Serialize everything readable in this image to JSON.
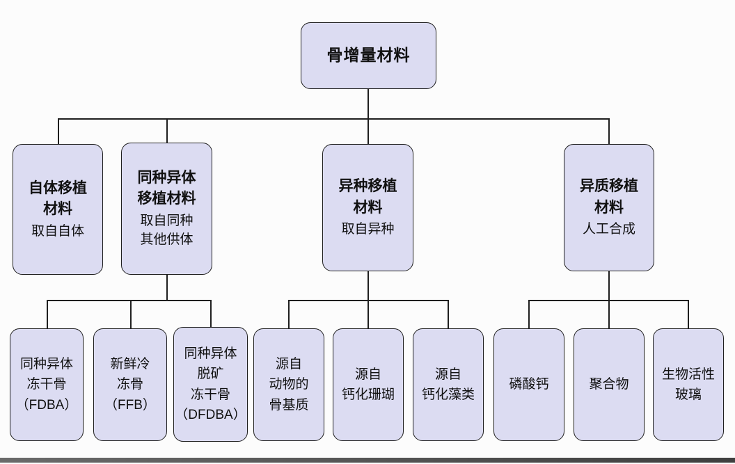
{
  "colors": {
    "node_fill": "#dcdcf2",
    "node_border": "#1f1f1f",
    "line": "#1f1f1f"
  },
  "nodes": {
    "root": {
      "title": "骨增量材料"
    },
    "autograft": {
      "title": "自体移植\n材料",
      "subtitle": "取自自体"
    },
    "allograft": {
      "title": "同种异体\n移植材料",
      "subtitle": "取自同种\n其他供体"
    },
    "xenograft": {
      "title": "异种移植\n材料",
      "subtitle": "取自异种"
    },
    "alloplast": {
      "title": "异质移植\n材料",
      "subtitle": "人工合成"
    },
    "fdba": {
      "title": "同种异体\n冻干骨\n（FDBA）"
    },
    "ffb": {
      "title": "新鲜冷\n冻骨\n（FFB）"
    },
    "dfdba": {
      "title": "同种异体\n脱矿\n冻干骨\n（DFDBA）"
    },
    "animal_matrix": {
      "title": "源自\n动物的\n骨基质"
    },
    "coral": {
      "title": "源自\n钙化珊瑚"
    },
    "algae": {
      "title": "源自\n钙化藻类"
    },
    "calcium_phosphate": {
      "title": "磷酸钙"
    },
    "polymer": {
      "title": "聚合物"
    },
    "bioactive_glass": {
      "title": "生物活性\n玻璃"
    }
  }
}
